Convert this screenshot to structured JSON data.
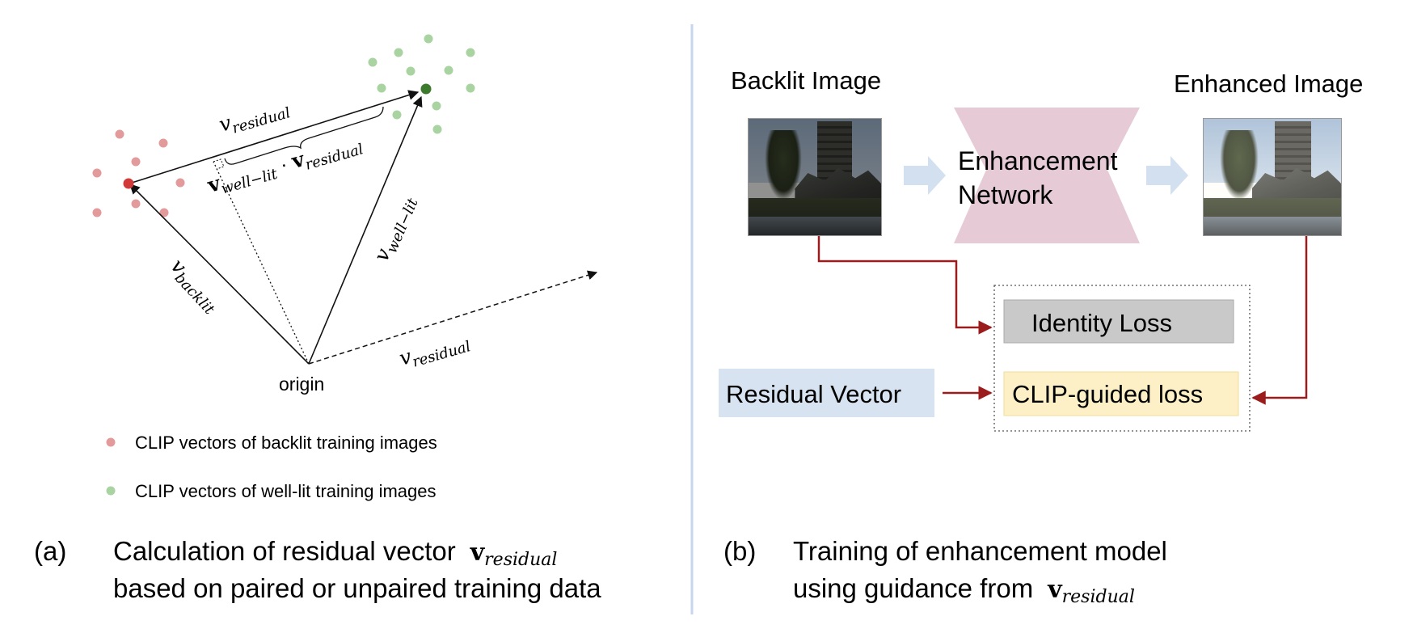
{
  "panel_a": {
    "caption_tag": "(a)",
    "caption_line1": "Calculation of residual vector",
    "caption_math_bold": "v",
    "caption_math_sub": "residual",
    "caption_line2": "based on paired or unpaired training data",
    "origin_label": "origin",
    "v_residual_top": {
      "base": "v",
      "sub": "residual"
    },
    "v_residual_bottom": {
      "base": "v",
      "sub": "residual"
    },
    "v_backlit": {
      "base": "v",
      "sub": "backlit"
    },
    "v_well_lit": {
      "base": "v",
      "sub": "well−lit"
    },
    "projection": {
      "bold1": "v",
      "sub1": "well−lit",
      "dot": " · ",
      "bold2": "v",
      "sub2": "residual"
    },
    "legend": [
      {
        "text": "CLIP vectors of backlit training images",
        "color": "#e39a9a"
      },
      {
        "text": "CLIP vectors of well-lit training images",
        "color": "#a9d3a0"
      }
    ],
    "colors": {
      "backlit_mean": "#d23a3a",
      "welllit_mean": "#3e7a2e"
    }
  },
  "panel_b": {
    "caption_tag": "(b)",
    "caption_line1": "Training of enhancement model",
    "caption_line2_prefix": "using guidance from",
    "caption_math_bold": "v",
    "caption_math_sub": "residual",
    "backlit_title": "Backlit Image",
    "enhanced_title": "Enhanced Image",
    "network_line1": "Enhancement",
    "network_line2": "Network",
    "identity_loss": "Identity Loss",
    "clip_loss": "CLIP-guided loss",
    "residual_vector": "Residual Vector",
    "colors": {
      "network_fill": "#e6cbd7",
      "identity_fill": "#c9c9c9",
      "clip_fill": "#fdf0c6",
      "residual_fill": "#d7e3f1",
      "flow_arrow": "#d2e0f0",
      "loss_arrow": "#9b1c1c",
      "divider": "#c7d6ee"
    }
  }
}
